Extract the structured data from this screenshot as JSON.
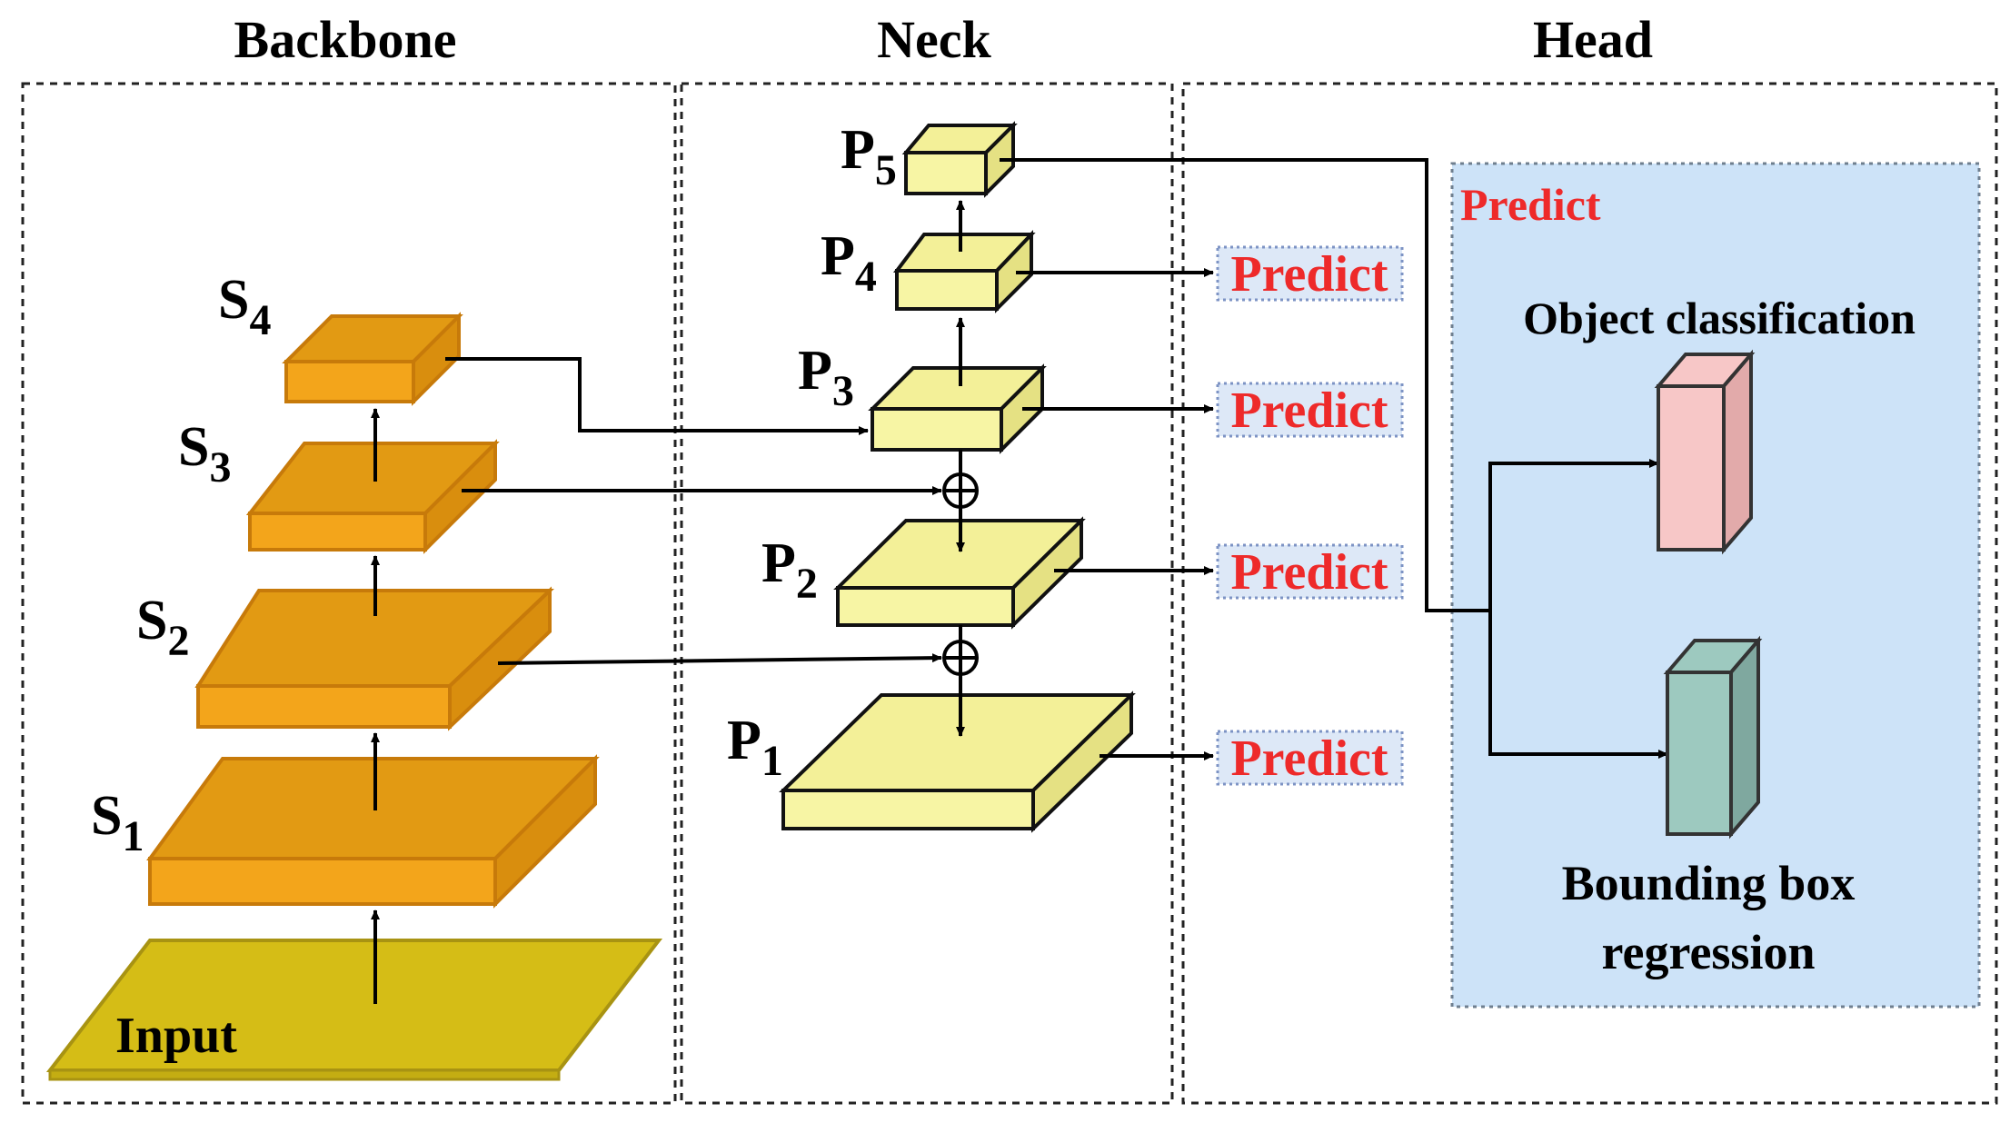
{
  "sections": {
    "backbone": "Backbone",
    "neck": "Neck",
    "head": "Head"
  },
  "backbone": {
    "input_label": "Input",
    "stages": [
      {
        "base": "S",
        "sub": "1"
      },
      {
        "base": "S",
        "sub": "2"
      },
      {
        "base": "S",
        "sub": "3"
      },
      {
        "base": "S",
        "sub": "4"
      }
    ]
  },
  "neck": {
    "levels": [
      {
        "base": "P",
        "sub": "1"
      },
      {
        "base": "P",
        "sub": "2"
      },
      {
        "base": "P",
        "sub": "3"
      },
      {
        "base": "P",
        "sub": "4"
      },
      {
        "base": "P",
        "sub": "5"
      }
    ],
    "fusion_symbol": "⊕"
  },
  "predict_labels": [
    "Predict",
    "Predict",
    "Predict",
    "Predict"
  ],
  "head": {
    "panel_title": "Predict",
    "classification_label": "Object classification",
    "regression_label_line1": "Bounding box",
    "regression_label_line2": "regression"
  },
  "colors": {
    "input_fill": "#d5bd16",
    "backbone_top": "#e29a13",
    "backbone_front": "#f3a51b",
    "backbone_side": "#d98e0e",
    "backbone_stroke": "#c77a0a",
    "neck_top": "#f3f098",
    "neck_front": "#f7f5a4",
    "neck_side": "#e5e183",
    "predict_text": "#ee2a2a",
    "predict_box": "#dde8f7",
    "head_panel": "#cde3f8",
    "cls_front": "#f7c7c7",
    "cls_side": "#e2aaaa",
    "reg_front": "#9dc9bf",
    "reg_side": "#7fa89f"
  }
}
